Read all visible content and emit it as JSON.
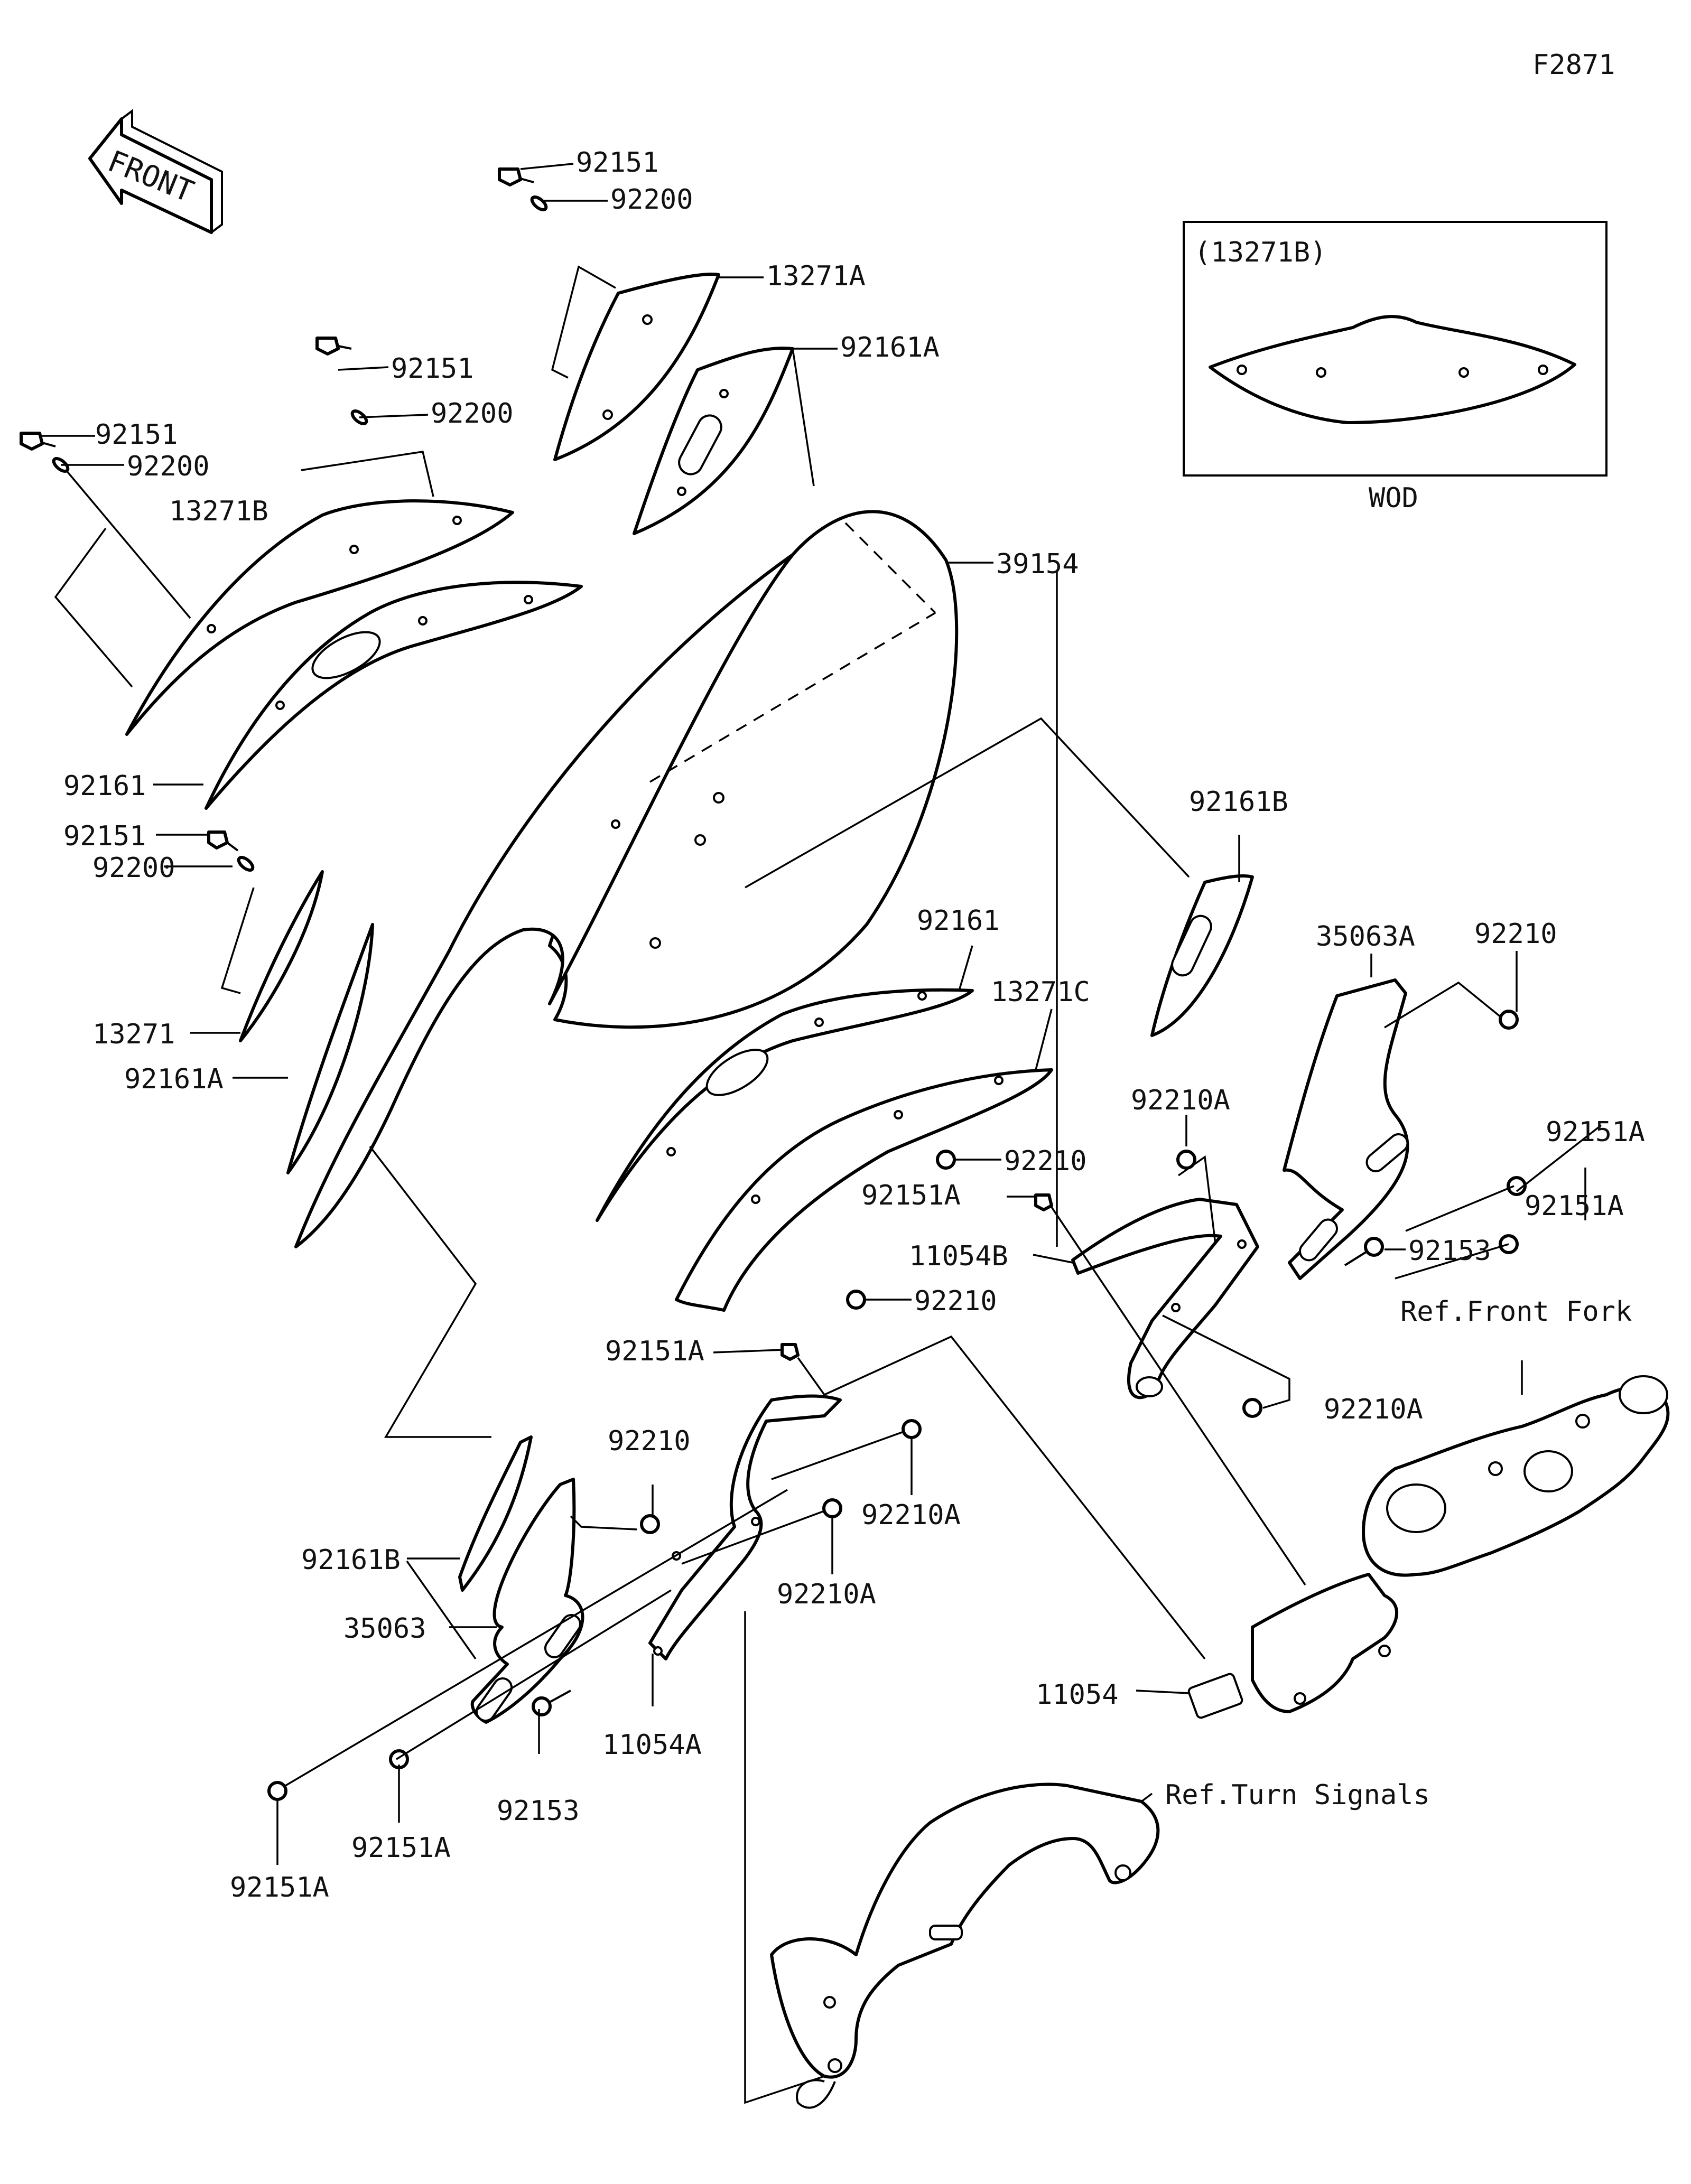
{
  "figure_code": "F2871",
  "front_arrow": "FRONT",
  "inset": {
    "label": "(13271B)",
    "caption": "WOD"
  },
  "refs": {
    "front_fork": "Ref.Front Fork",
    "turn_signals": "Ref.Turn Signals"
  },
  "labels": {
    "l01": "92151",
    "l02": "92200",
    "l03": "13271A",
    "l04": "92161A",
    "l05": "92151",
    "l06": "92200",
    "l07": "92151",
    "l08": "92200",
    "l09": "13271B",
    "l10": "39154",
    "l11": "92161",
    "l12": "92151",
    "l13": "92200",
    "l14": "13271",
    "l15": "92161A",
    "l16": "92161",
    "l17": "13271C",
    "l18": "92161B",
    "l19": "35063A",
    "l20": "92210",
    "l21": "92210A",
    "l22": "92151A",
    "l23": "92210",
    "l24": "92151A",
    "l25": "92151A",
    "l26": "11054B",
    "l27": "92153",
    "l28": "92210",
    "l29": "92151A",
    "l30": "92210A",
    "l31": "92210",
    "l32": "92210A",
    "l33": "92161B",
    "l34": "92210A",
    "l35": "35063",
    "l36": "11054",
    "l37": "11054A",
    "l38": "92153",
    "l39": "92151A",
    "l40": "92151A"
  }
}
